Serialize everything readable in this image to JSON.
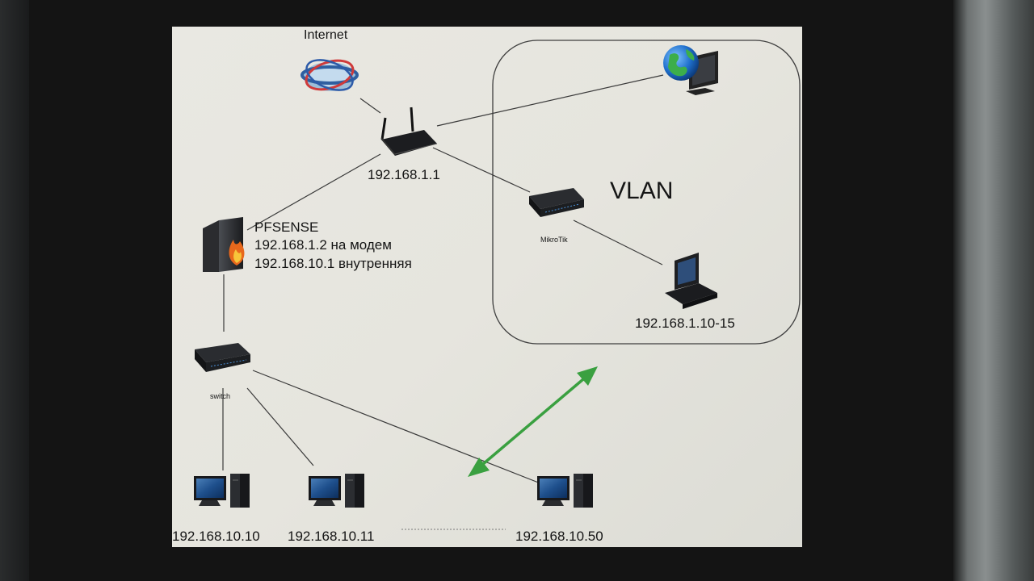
{
  "labels": {
    "internet": "Internet",
    "router_ip": "192.168.1.1",
    "pfsense_name": "PFSENSE",
    "pfsense_modem": "192.168.1.2 на модем",
    "pfsense_internal": "192.168.10.1 внутренняя",
    "mikrotik": "MikroTik",
    "vlan": "VLAN",
    "vlan_pc_range": "192.168.1.10-15",
    "switch": "switch",
    "pc1": "192.168.10.10",
    "pc2": "192.168.10.11",
    "pc3": "192.168.10.50"
  },
  "icons": {
    "internet": "internet-cloud-icon",
    "router": "wifi-router-icon",
    "pfsense": "firewall-server-icon",
    "mikrotik": "mikrotik-switch-icon",
    "switch": "network-switch-icon",
    "globe_pc": "globe-computer-icon",
    "vlan_pc": "workstation-icon",
    "pc": "desktop-computer-icon"
  },
  "colors": {
    "link": "#3a3a3a",
    "arrow": "#3aa040",
    "vlan_border": "#3f3f3f",
    "screen_bg": "#e8e7e1"
  }
}
